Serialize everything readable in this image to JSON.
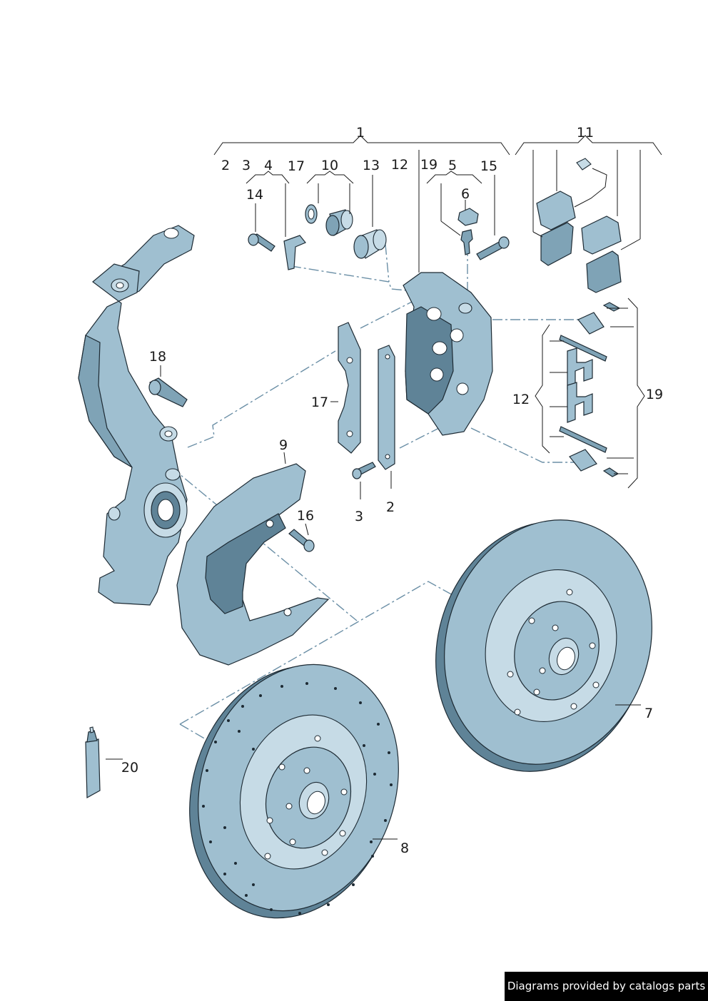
{
  "callouts": {
    "c1": "1",
    "c11": "11",
    "c2_top": "2",
    "c3_top": "3",
    "c4": "4",
    "c17_top": "17",
    "c10": "10",
    "c13": "13",
    "c12_top": "12",
    "c19_top": "19",
    "c5": "5",
    "c15": "15",
    "c14": "14",
    "c6": "6",
    "c18": "18",
    "c17_mid": "17",
    "c12_side": "12",
    "c19_side": "19",
    "c9": "9",
    "c16": "16",
    "c3_bottom": "3",
    "c2_bottom": "2",
    "c7": "7",
    "c20": "20",
    "c8": "8"
  },
  "footer": {
    "credit": "Diagrams provided by catalogs parts"
  },
  "colors": {
    "part_fill": "#9fbfd0",
    "part_dark": "#5f8397",
    "outline": "#1d2a33",
    "centerline": "#6b8fa6"
  }
}
